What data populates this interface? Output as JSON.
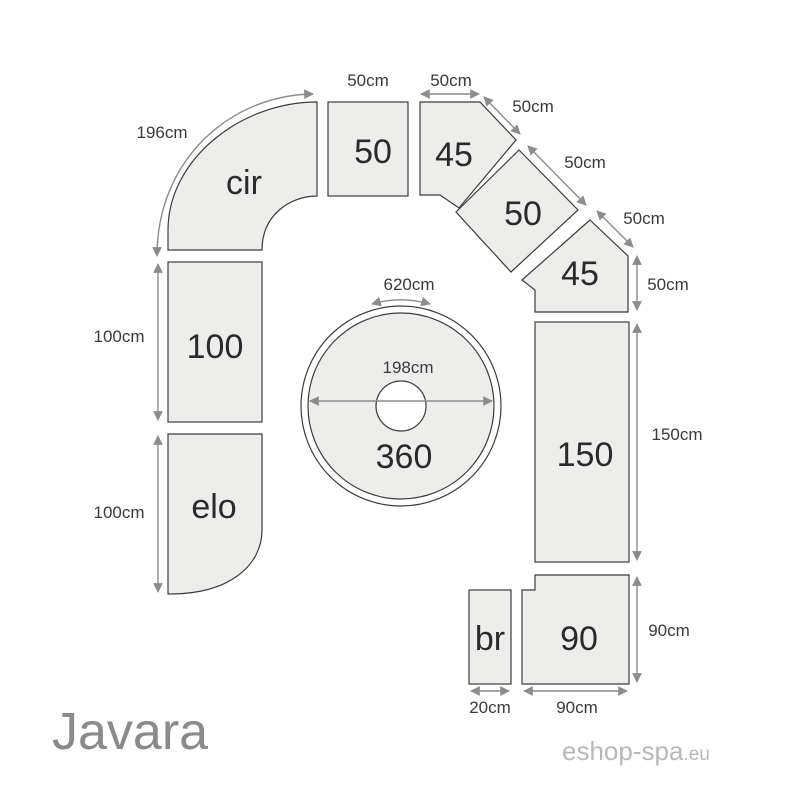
{
  "title": "Javara",
  "brand": {
    "name": "eshop-spa",
    "tld": ".eu"
  },
  "pieces": {
    "cir": "cir",
    "s50_top": "50",
    "c45_top": "45",
    "s50_diag": "50",
    "c45_right": "45",
    "s100": "100",
    "elo": "elo",
    "round": "360",
    "s150": "150",
    "br": "br",
    "s90": "90"
  },
  "dimensions": {
    "cir_arc": "196cm",
    "s50_top_width": "50cm",
    "c45_top_width": "50cm",
    "c45_top_diag": "50cm",
    "s50_diag_width": "50cm",
    "c45_right_diag": "50cm",
    "c45_right_side": "50cm",
    "s100_height": "100cm",
    "elo_height": "100cm",
    "round_circumference": "620cm",
    "round_diameter": "198cm",
    "s150_height": "150cm",
    "s90_height": "90cm",
    "br_width": "20cm",
    "s90_width": "90cm"
  },
  "colors": {
    "piece_fill": "#edeeec",
    "outline": "#3c3c3c",
    "dimension_line": "#8c8c8c",
    "title": "#8a8a8a",
    "brand": "#b8b8b8"
  }
}
